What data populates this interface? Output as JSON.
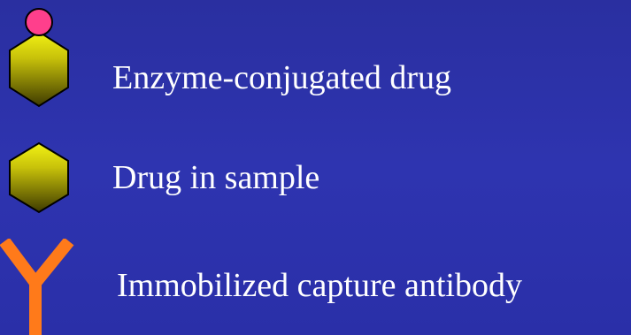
{
  "legend": {
    "items": [
      {
        "label": "Enzyme-conjugated drug",
        "symbol": "hexagon-with-enzyme-circle-icon"
      },
      {
        "label": "Drug in sample",
        "symbol": "hexagon-icon"
      },
      {
        "label": "Immobilized capture antibody",
        "symbol": "antibody-y-icon"
      }
    ]
  },
  "colors": {
    "background": "#2e34b0",
    "hexagon_fill_top": "#ecec10",
    "hexagon_fill_bottom": "#4a4600",
    "enzyme_circle": "#ff3f8c",
    "antibody": "#ff7a1a",
    "text": "#ffffff"
  }
}
